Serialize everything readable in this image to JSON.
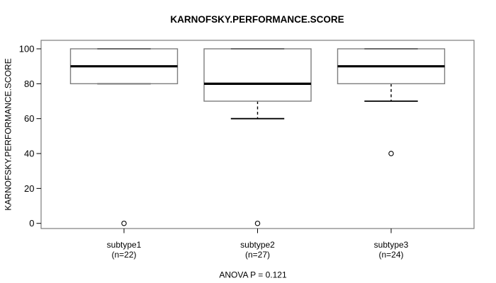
{
  "chart_data": {
    "type": "boxplot",
    "title": "KARNOFSKY.PERFORMANCE.SCORE",
    "ylabel": "KARNOFSKY.PERFORMANCE.SCORE",
    "xlabel": "",
    "footer_annotation": "ANOVA P = 0.121",
    "ylim": [
      0,
      100
    ],
    "yticks": [
      0,
      20,
      40,
      60,
      80,
      100
    ],
    "grid": false,
    "legend": "none",
    "groups": [
      {
        "label": "subtype1",
        "sublabel": "(n=22)",
        "q1": 80,
        "median": 90,
        "q3": 100,
        "whisker_low": 80,
        "whisker_high": 100,
        "outliers": [
          0
        ]
      },
      {
        "label": "subtype2",
        "sublabel": "(n=27)",
        "q1": 70,
        "median": 80,
        "q3": 100,
        "whisker_low": 60,
        "whisker_high": 100,
        "outliers": [
          0
        ]
      },
      {
        "label": "subtype3",
        "sublabel": "(n=24)",
        "q1": 80,
        "median": 90,
        "q3": 100,
        "whisker_low": 70,
        "whisker_high": 100,
        "outliers": [
          40
        ]
      }
    ],
    "colors": {
      "background": "#ffffff",
      "frame": "#7d7d7d",
      "box_outline": "#7d7d7d",
      "box_fill": "#ffffff",
      "line": "#000000",
      "text": "#000000"
    }
  }
}
